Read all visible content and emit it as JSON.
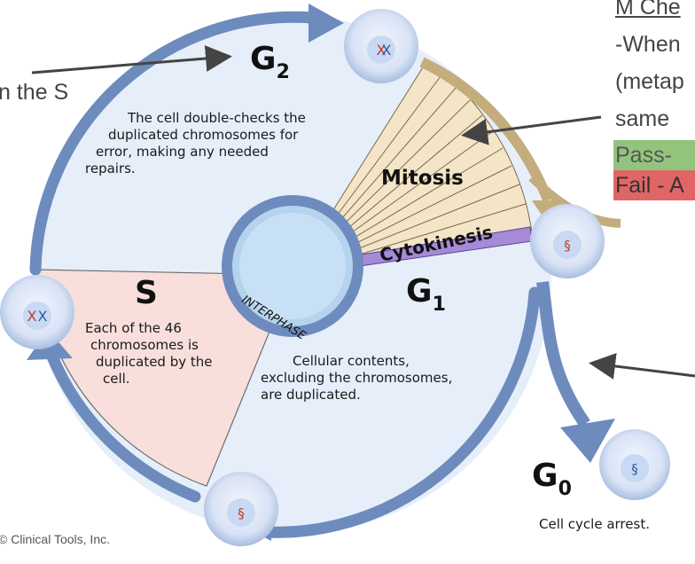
{
  "notes_left": {
    "fragment": "n the S"
  },
  "notes_right": {
    "heading": "M Che",
    "line1": "-When",
    "line2": "(metap",
    "line3": "same",
    "pass": "Pass-",
    "fail": "Fail - A",
    "pass_color": "#93c47d",
    "fail_color": "#e06666"
  },
  "diagram": {
    "g2": {
      "letter": "G",
      "sub": "2",
      "desc": [
        "The cell double-checks the",
        "duplicated chromosomes for",
        "error, making any needed",
        "repairs."
      ]
    },
    "s": {
      "letter": "S",
      "desc": [
        "Each of the 46",
        "chromosomes is",
        "duplicated by the",
        "cell."
      ]
    },
    "g1": {
      "letter": "G",
      "sub": "1",
      "desc": [
        "Cellular contents,",
        "excluding the chromosomes,",
        "are duplicated."
      ]
    },
    "g0": {
      "letter": "G",
      "sub": "0",
      "desc": "Cell cycle arrest."
    },
    "mitosis": "Mitosis",
    "cytokinesis": "Cytokinesis",
    "interphase": "INTERPHASE",
    "copyright": "© Clinical Tools, Inc."
  },
  "colors": {
    "ring": "#6d8bbd",
    "cell_fill": "#e8f0fa",
    "s_fill": "#f7dfdc",
    "mitosis_fill": "#f3e4c6",
    "mitosis_arrow": "#c4ad7c",
    "cytokinesis": "#9b7fd0"
  }
}
